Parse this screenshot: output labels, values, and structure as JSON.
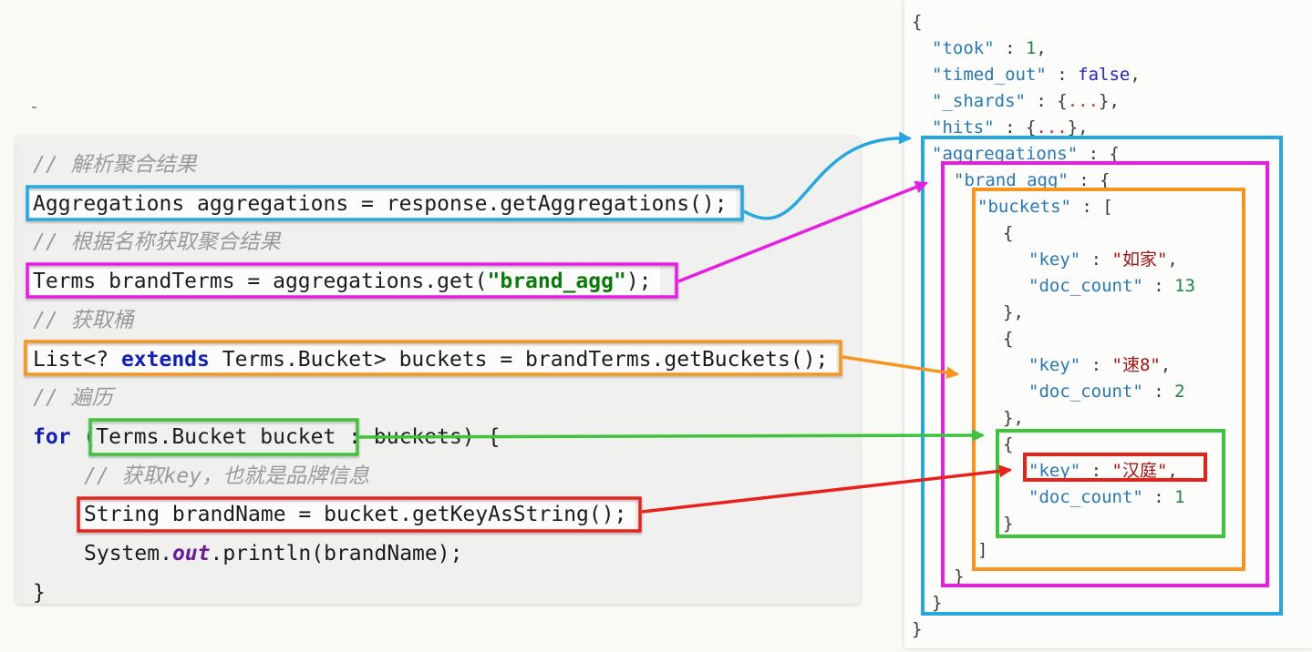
{
  "colors": {
    "cyan": "#25a8e0",
    "magenta": "#e81ce4",
    "orange": "#f7941e",
    "green": "#3fc23c",
    "red": "#e8211a",
    "json_key": "#2878b8",
    "json_string": "#a31515",
    "json_number": "#1e8449",
    "json_boolean": "#2525cc",
    "json_ellipsis": "#d62b2b",
    "code_keyword": "#1020b8",
    "code_string": "#0a7a0a",
    "code_comment": "#9a9a9a"
  },
  "code_panel": {
    "lines": [
      {
        "indent": 0,
        "box": null,
        "segments": [
          {
            "t": "// 解析聚合结果",
            "c": "com"
          }
        ]
      },
      {
        "indent": 0,
        "box": "cyan",
        "segments": [
          {
            "t": "Aggregations aggregations = response.getAggregations();",
            "c": "pln"
          }
        ]
      },
      {
        "indent": 0,
        "box": null,
        "segments": [
          {
            "t": "// 根据名称获取聚合结果",
            "c": "com"
          }
        ]
      },
      {
        "indent": 0,
        "box": "magenta",
        "segments": [
          {
            "t": "Terms brandTerms = aggregations.get(",
            "c": "pln"
          },
          {
            "t": "\"brand_agg\"",
            "c": "str"
          },
          {
            "t": ");",
            "c": "pln"
          }
        ]
      },
      {
        "indent": 0,
        "box": null,
        "segments": [
          {
            "t": "// 获取桶",
            "c": "com"
          }
        ]
      },
      {
        "indent": 0,
        "box": "orange",
        "segments": [
          {
            "t": "List<? ",
            "c": "pln"
          },
          {
            "t": "extends",
            "c": "kw"
          },
          {
            "t": " Terms.Bucket> buckets = brandTerms.getBuckets();",
            "c": "pln"
          }
        ]
      },
      {
        "indent": 0,
        "box": null,
        "segments": [
          {
            "t": "// 遍历",
            "c": "com"
          }
        ]
      },
      {
        "indent": 0,
        "box": null,
        "segments": [
          {
            "t": "for",
            "c": "kw"
          },
          {
            "t": " (Terms.Bucket bucket : buckets) {",
            "c": "pln"
          }
        ]
      },
      {
        "indent": 1,
        "box": null,
        "segments": [
          {
            "t": "// 获取key，也就是品牌信息",
            "c": "com"
          }
        ]
      },
      {
        "indent": 1,
        "box": "red",
        "segments": [
          {
            "t": "String brandName = bucket.getKeyAsString();",
            "c": "pln"
          }
        ]
      },
      {
        "indent": 1,
        "box": null,
        "segments": [
          {
            "t": "System.",
            "c": "pln"
          },
          {
            "t": "out",
            "c": "fld"
          },
          {
            "t": ".println(brandName);",
            "c": "pln"
          }
        ]
      },
      {
        "indent": 0,
        "box": null,
        "segments": [
          {
            "t": "}",
            "c": "pln"
          }
        ]
      }
    ]
  },
  "json_panel": {
    "lines": [
      {
        "level": 0,
        "segments": [
          {
            "t": "{",
            "c": "p"
          }
        ]
      },
      {
        "level": 1,
        "segments": [
          {
            "t": "\"took\"",
            "c": "k"
          },
          {
            "t": " : ",
            "c": "p"
          },
          {
            "t": "1",
            "c": "n"
          },
          {
            "t": ",",
            "c": "p"
          }
        ]
      },
      {
        "level": 1,
        "segments": [
          {
            "t": "\"timed_out\"",
            "c": "k"
          },
          {
            "t": " : ",
            "c": "p"
          },
          {
            "t": "false",
            "c": "b"
          },
          {
            "t": ",",
            "c": "p"
          }
        ]
      },
      {
        "level": 1,
        "segments": [
          {
            "t": "\"_shards\"",
            "c": "k"
          },
          {
            "t": " : {",
            "c": "p"
          },
          {
            "t": "...",
            "c": "e"
          },
          {
            "t": "},",
            "c": "p"
          }
        ]
      },
      {
        "level": 1,
        "segments": [
          {
            "t": "\"hits\"",
            "c": "k"
          },
          {
            "t": " : {",
            "c": "p"
          },
          {
            "t": "...",
            "c": "e"
          },
          {
            "t": "},",
            "c": "p"
          }
        ]
      },
      {
        "level": 1,
        "segments": [
          {
            "t": "\"aggregations\"",
            "c": "k"
          },
          {
            "t": " : {",
            "c": "p"
          }
        ]
      },
      {
        "level": 2,
        "segments": [
          {
            "t": "\"brand_agg\"",
            "c": "k"
          },
          {
            "t": " : {",
            "c": "p"
          }
        ]
      },
      {
        "level": 3,
        "segments": [
          {
            "t": "\"buckets\"",
            "c": "k"
          },
          {
            "t": " : [",
            "c": "p"
          }
        ]
      },
      {
        "level": 4,
        "segments": [
          {
            "t": "{",
            "c": "p"
          }
        ]
      },
      {
        "level": 5,
        "segments": [
          {
            "t": "\"key\"",
            "c": "k"
          },
          {
            "t": " : ",
            "c": "p"
          },
          {
            "t": "\"如家\"",
            "c": "s"
          },
          {
            "t": ",",
            "c": "p"
          }
        ]
      },
      {
        "level": 5,
        "segments": [
          {
            "t": "\"doc_count\"",
            "c": "k"
          },
          {
            "t": " : ",
            "c": "p"
          },
          {
            "t": "13",
            "c": "n"
          }
        ]
      },
      {
        "level": 4,
        "segments": [
          {
            "t": "},",
            "c": "p"
          }
        ]
      },
      {
        "level": 4,
        "segments": [
          {
            "t": "{",
            "c": "p"
          }
        ]
      },
      {
        "level": 5,
        "segments": [
          {
            "t": "\"key\"",
            "c": "k"
          },
          {
            "t": " : ",
            "c": "p"
          },
          {
            "t": "\"速8\"",
            "c": "s"
          },
          {
            "t": ",",
            "c": "p"
          }
        ]
      },
      {
        "level": 5,
        "segments": [
          {
            "t": "\"doc_count\"",
            "c": "k"
          },
          {
            "t": " : ",
            "c": "p"
          },
          {
            "t": "2",
            "c": "n"
          }
        ]
      },
      {
        "level": 4,
        "segments": [
          {
            "t": "},",
            "c": "p"
          }
        ]
      },
      {
        "level": 4,
        "segments": [
          {
            "t": "{",
            "c": "p"
          }
        ]
      },
      {
        "level": 5,
        "segments": [
          {
            "t": "\"key\"",
            "c": "k"
          },
          {
            "t": " : ",
            "c": "p"
          },
          {
            "t": "\"汉庭\"",
            "c": "s"
          },
          {
            "t": ",",
            "c": "p"
          }
        ]
      },
      {
        "level": 5,
        "segments": [
          {
            "t": "\"doc_count\"",
            "c": "k"
          },
          {
            "t": " : ",
            "c": "p"
          },
          {
            "t": "1",
            "c": "n"
          }
        ]
      },
      {
        "level": 4,
        "segments": [
          {
            "t": "}",
            "c": "p"
          }
        ]
      },
      {
        "level": 3,
        "segments": [
          {
            "t": "]",
            "c": "p"
          }
        ]
      },
      {
        "level": 2,
        "segments": [
          {
            "t": "}",
            "c": "p"
          }
        ]
      },
      {
        "level": 1,
        "segments": [
          {
            "t": "}",
            "c": "p"
          }
        ]
      },
      {
        "level": 0,
        "segments": [
          {
            "t": "}",
            "c": "p"
          }
        ]
      }
    ]
  }
}
